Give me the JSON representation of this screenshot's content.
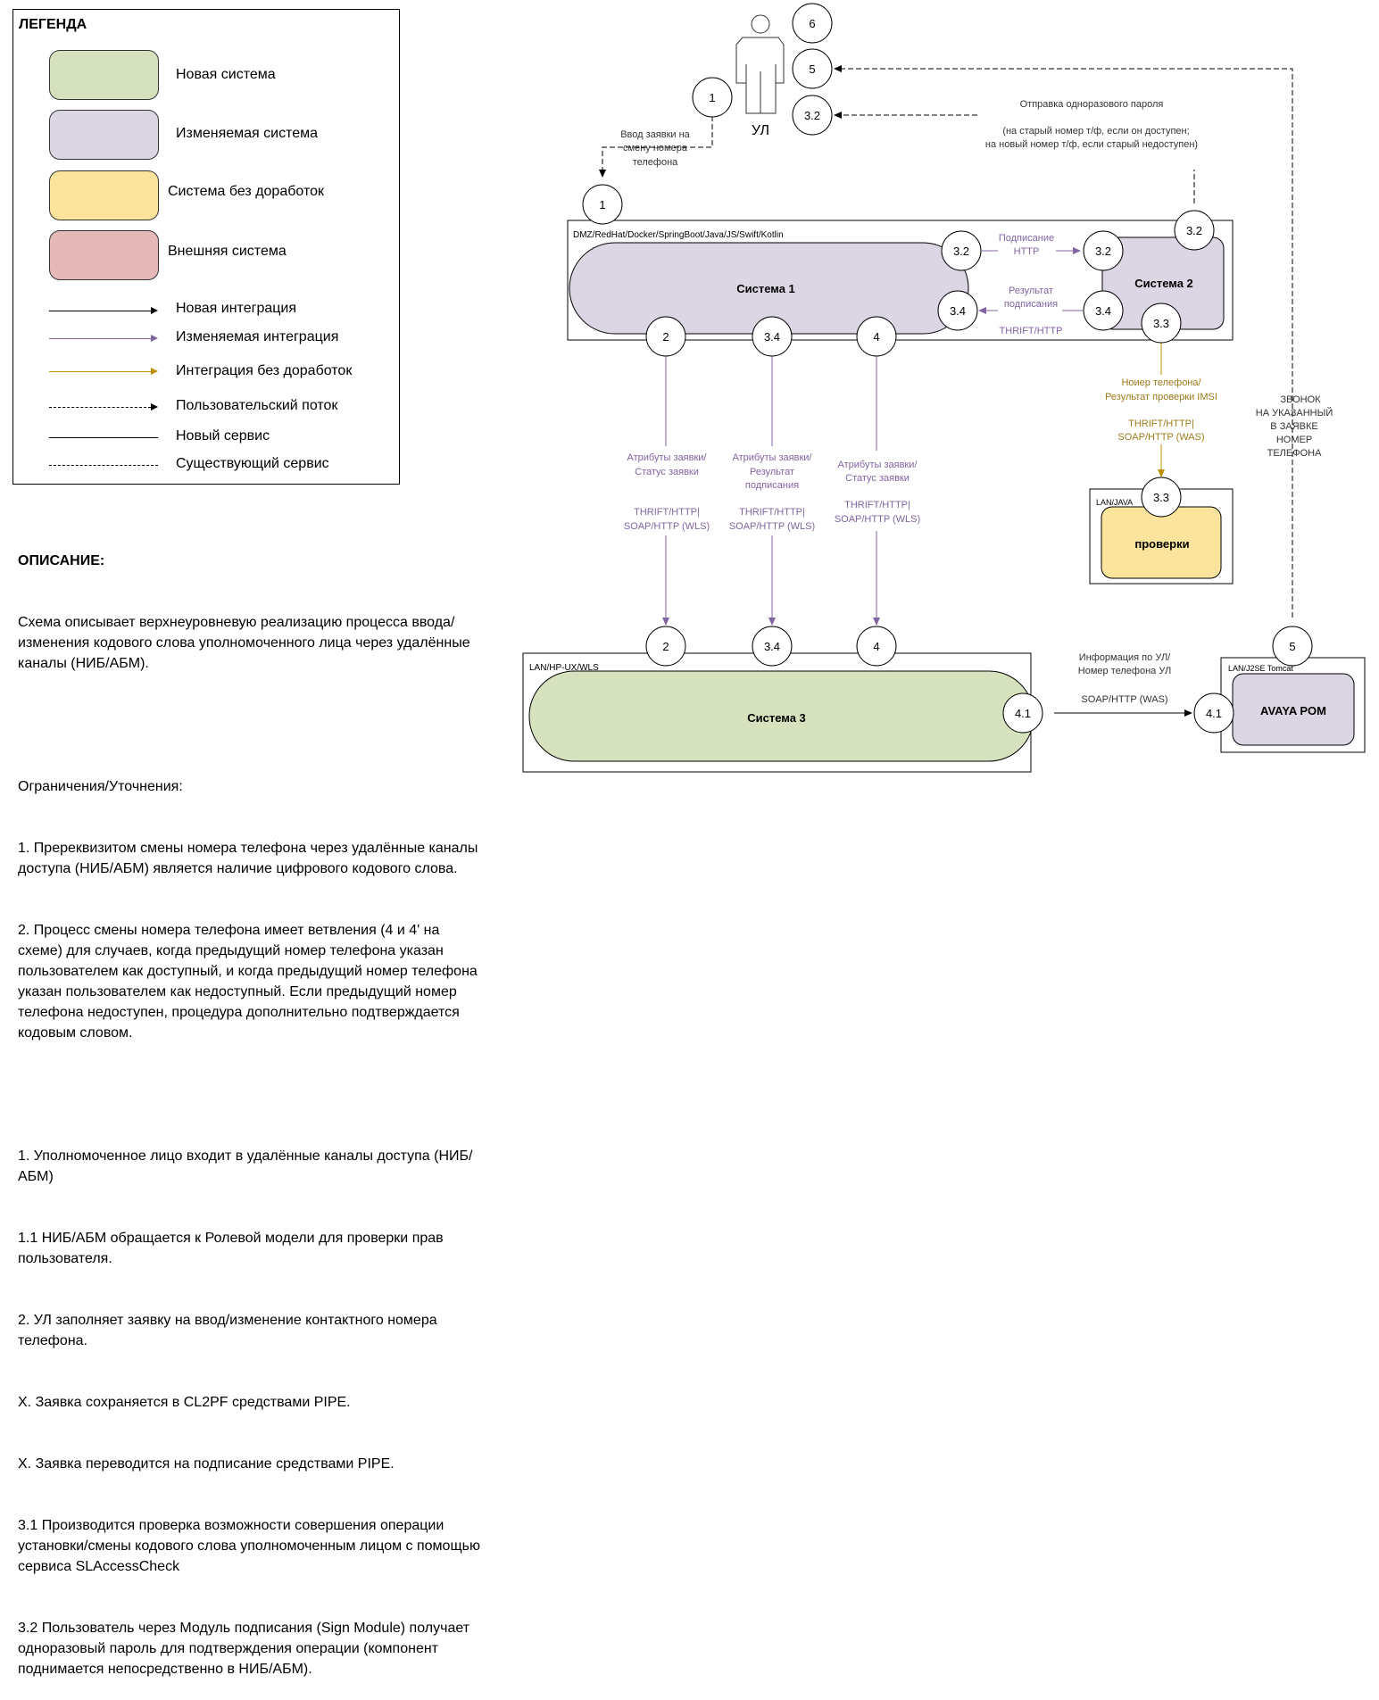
{
  "legend": {
    "title": "ЛЕГЕНДА",
    "systems": [
      {
        "label": "Новая система",
        "color": "#d6e2bd"
      },
      {
        "label": "Изменяемая система",
        "color": "#dcd6e4"
      },
      {
        "label": "Система без доработок",
        "color": "#fde49c"
      },
      {
        "label": "Внешняя система",
        "color": "#e4b9b7"
      }
    ],
    "lines": [
      {
        "label": "Новая интеграция",
        "color": "#000000",
        "style": "solid-arrow"
      },
      {
        "label": "Изменяемая интеграция",
        "color": "#8064a2",
        "style": "solid-arrow"
      },
      {
        "label": "Интеграция без доработок",
        "color": "#bf8f00",
        "style": "solid-arrow"
      },
      {
        "label": "Пользовательский поток",
        "color": "#000000",
        "style": "dashed-arrow"
      },
      {
        "label": "Новый сервис",
        "color": "#000000",
        "style": "solid"
      },
      {
        "label": "Существующий сервис",
        "color": "#000000",
        "style": "dashed"
      }
    ]
  },
  "description": {
    "title": "ОПИСАНИЕ:",
    "intro": "Схема описывает верхнеуровневую реализацию процесса ввода/изменения кодового слова уполномоченного лица через удалённые каналы (НИБ/АБМ).",
    "constraints_title": "Ограничения/Уточнения:",
    "constraints": [
      "1. Пререквизитом смены номера телефона через удалённые каналы доступа (НИБ/АБМ) является наличие цифрового кодового слова.",
      "2. Процесс смены номера телефона имеет ветвления (4 и 4' на схеме) для случаев, когда предыдущий номер телефона указан пользователем как доступный, и когда предыдущий номер телефона указан пользователем как недоступный. Если предыдущий номер телефона недоступен, процедура дополнительно подтверждается кодовым словом."
    ],
    "steps": [
      "1. Уполномоченное лицо входит в удалённые каналы доступа (НИБ/АБМ)",
      "1.1 НИБ/АБМ обращается к Ролевой модели для проверки прав пользователя.",
      "2. УЛ заполняет заявку на ввод/изменение контактного номера телефона.",
      "X. Заявка сохраняется в CL2PF средствами PIPE.",
      "X. Заявка переводится на подписание средствами PIPE.",
      "3.1 Производится проверка возможности совершения операции установки/смены кодового слова уполномоченным лицом с помощью сервиса SLAccessCheck",
      "3.2 Пользователь через Модуль подписания (Sign Module) получает одноразовый пароль для подтверждения операции (компонент поднимается непосредственно в НИБ/АБМ)."
    ]
  },
  "actor": {
    "label": "УЛ",
    "icon": "person-icon"
  },
  "zones": {
    "dmz": "DMZ/RedHat/Docker/SpringBoot/Java/JS/Swift/Kotlin",
    "lan_hpux": "LAN/HP-UX/WLS",
    "lan_java": "LAN/JAVA",
    "lan_j2se": "LAN/J2SE Tomcat"
  },
  "systems": {
    "s1": "Система 1",
    "s2": "Система 2",
    "s3": "Система 3",
    "check": "проверки",
    "avaya": "AVAYA POM"
  },
  "nodes": {
    "n6": "6",
    "n5": "5",
    "n32_user": "3.2",
    "n1_top": "1",
    "n1_sys": "1",
    "n32_s1": "3.2",
    "n34_s1": "3.4",
    "n32_s2in": "3.2",
    "n34_s2": "3.4",
    "n32_s2top": "3.2",
    "n33_s2": "3.3",
    "n2_s1": "2",
    "n34_s1b": "3.4",
    "n4_s1": "4",
    "n2_s3": "2",
    "n34_s3": "3.4",
    "n4_s3": "4",
    "n41_s3": "4.1",
    "n33_chk": "3.3",
    "n5_av": "5",
    "n41_av": "4.1"
  },
  "flows": {
    "f1": [
      "Ввод заявки на",
      "смену номера",
      "телефона"
    ],
    "otp_title": "Отправка одноразового пароля",
    "otp_note": [
      "(на старый номер т/ф, если он доступен;",
      "на новый номер т/ф, если старый недоступен)"
    ],
    "sign": [
      "Подписание",
      "HTTP"
    ],
    "sign_result": [
      "Результат",
      "подписания"
    ],
    "sign_proto": "THRIFT/HTTP",
    "f2": [
      "Атрибуты заявки/",
      "Статус заявки",
      "",
      "THRIFT/HTTP|",
      "SOAP/HTTP (WLS)"
    ],
    "f34": [
      "Атрибуты заявки/",
      "Результат",
      "подписания",
      "",
      "THRIFT/HTTP|",
      "SOAP/HTTP (WLS)"
    ],
    "f4": [
      "Атрибуты заявки/",
      "Статус заявки",
      "",
      "THRIFT/HTTP|",
      "SOAP/HTTP (WLS)"
    ],
    "f33": [
      "Ноиер телефона/",
      "Результат проверки IMSI",
      "",
      "THRIFT/HTTP|",
      "SOAP/HTTP (WAS)"
    ],
    "call": [
      "ЗВОНОК",
      "НА УКАЗАННЫЙ",
      "В ЗАЯВКЕ",
      "НОМЕР",
      "ТЕЛЕФОНА"
    ],
    "f41": [
      "Информация по УЛ/",
      "Номер телефона УЛ",
      "",
      "SOAP/HTTP (WAS)"
    ]
  },
  "colors": {
    "new": "#d6e2bd",
    "changed": "#dcd6e4",
    "unchanged": "#fde49c",
    "external": "#e4b9b7",
    "changed_line": "#8064a2",
    "unchanged_line": "#bf8f00"
  }
}
